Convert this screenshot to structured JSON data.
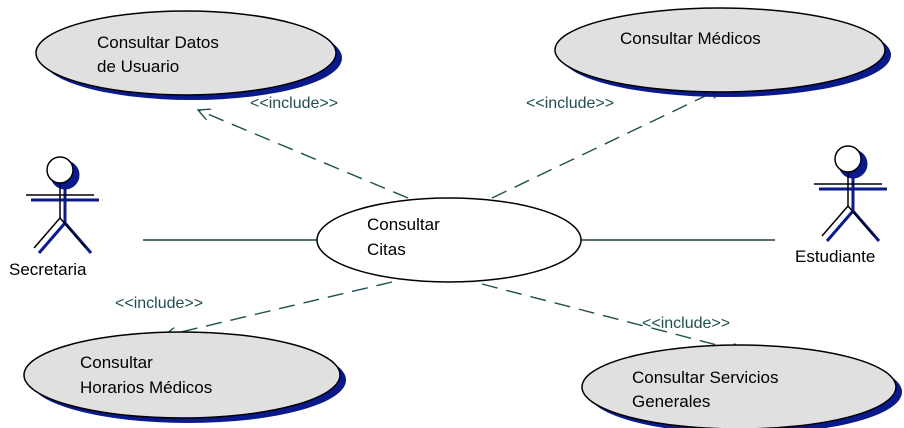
{
  "actors": {
    "left": {
      "name": "Secretaria"
    },
    "right": {
      "name": "Estudiante"
    }
  },
  "use_cases": {
    "consultar_citas": {
      "lines": [
        "Consultar",
        "Citas"
      ]
    },
    "consultar_datos_usuario": {
      "lines": [
        "Consultar Datos",
        "de Usuario"
      ]
    },
    "consultar_medicos": {
      "lines": [
        "Consultar Médicos"
      ]
    },
    "consultar_horarios_medicos": {
      "lines": [
        "Consultar",
        "Horarios Médicos"
      ]
    },
    "consultar_servicios_generales": {
      "lines": [
        "Consultar Servicios",
        "Generales"
      ]
    }
  },
  "relations": {
    "include_datos": "<<include>>",
    "include_medicos": "<<include>>",
    "include_horarios": "<<include>>",
    "include_servicios": "<<include>>"
  },
  "colors": {
    "ellipse_fill_gray": "#e0e0e0",
    "ellipse_fill_white": "#ffffff",
    "shadow": "#0a1a8c",
    "include_line": "#1f4f4f",
    "association_line": "#1f3f3f"
  }
}
